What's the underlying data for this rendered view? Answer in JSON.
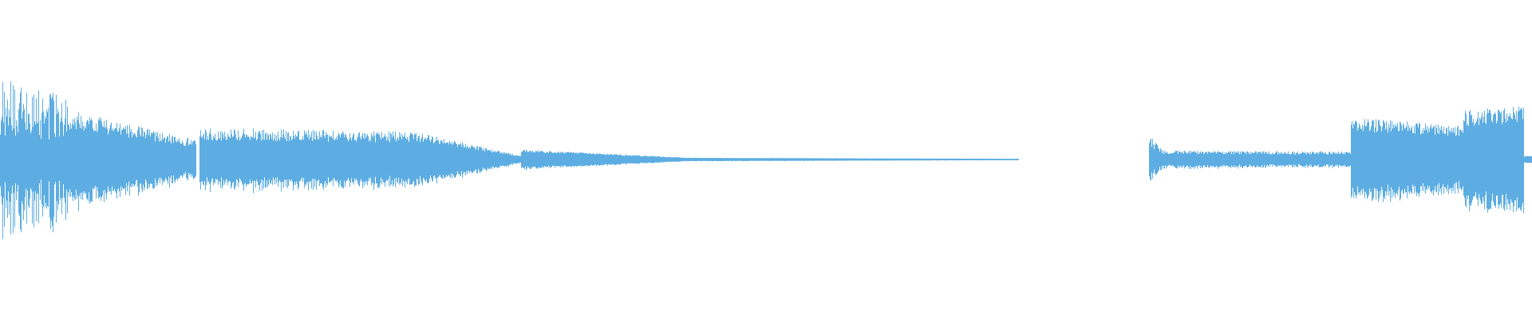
{
  "waveform": {
    "color": "#5DADE2",
    "background": "#FFFFFF",
    "amplitude_scale": "relative",
    "segments": [
      {
        "name": "intro-noisy",
        "start": 0.0,
        "end": 0.045,
        "amp_start": 0.34,
        "amp_end": 0.25,
        "jitter": 0.55
      },
      {
        "name": "intro-dense",
        "start": 0.045,
        "end": 0.128,
        "amp_start": 0.25,
        "amp_end": 0.1,
        "jitter": 0.25
      },
      {
        "name": "main-body-1",
        "start": 0.13,
        "end": 0.275,
        "amp_start": 0.16,
        "amp_end": 0.14,
        "jitter": 0.25
      },
      {
        "name": "decay-1",
        "start": 0.275,
        "end": 0.34,
        "amp_start": 0.14,
        "amp_end": 0.02,
        "jitter": 0.2
      },
      {
        "name": "sustain-2",
        "start": 0.34,
        "end": 0.45,
        "amp_start": 0.055,
        "amp_end": 0.01,
        "jitter": 0.15
      },
      {
        "name": "tail-fade",
        "start": 0.45,
        "end": 0.665,
        "amp_start": 0.01,
        "amp_end": 0.004,
        "jitter": 0.05
      },
      {
        "name": "silence",
        "start": 0.665,
        "end": 0.75,
        "amp_start": 0.0,
        "amp_end": 0.0,
        "jitter": 0.0
      },
      {
        "name": "return-onset",
        "start": 0.75,
        "end": 0.76,
        "amp_start": 0.12,
        "amp_end": 0.05,
        "jitter": 0.35
      },
      {
        "name": "return-low",
        "start": 0.76,
        "end": 0.882,
        "amp_start": 0.045,
        "amp_end": 0.04,
        "jitter": 0.25
      },
      {
        "name": "return-loud",
        "start": 0.882,
        "end": 0.955,
        "amp_start": 0.22,
        "amp_end": 0.18,
        "jitter": 0.2
      },
      {
        "name": "final-peak",
        "start": 0.955,
        "end": 0.995,
        "amp_start": 0.26,
        "amp_end": 0.28,
        "jitter": 0.2
      },
      {
        "name": "end-dip",
        "start": 0.995,
        "end": 1.0,
        "amp_start": 0.02,
        "amp_end": 0.02,
        "jitter": 0.05
      }
    ]
  }
}
